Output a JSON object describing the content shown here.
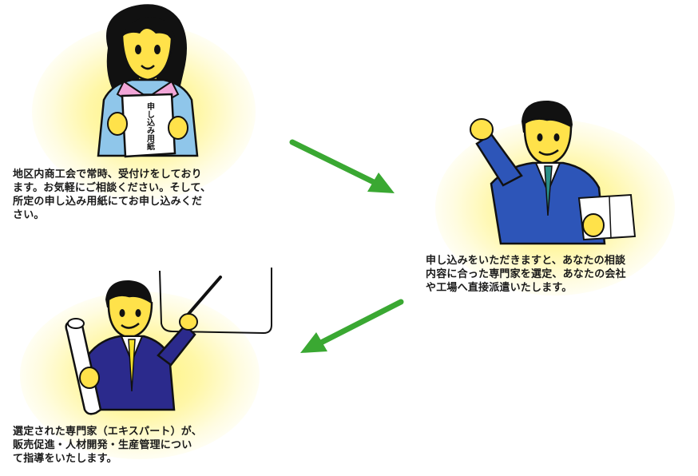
{
  "steps": [
    {
      "caption_lines": [
        "地区内商工会で常時、受付けをしており",
        "ます。お気軽にご相談ください。そして、",
        "所定の申し込み用紙にてお申し込みくだ",
        "さい。"
      ],
      "document_text": "申し込み用紙"
    },
    {
      "caption_lines": [
        "申し込みをいただきますと、あなたの相談",
        "内容に合った専門家を選定、あなたの会社",
        "や工場へ直接派遣いたします。"
      ]
    },
    {
      "caption_lines": [
        "選定された専門家（エキスパート）が、",
        "販売促進・人材開発・生産管理につい",
        "て指導をいたします。"
      ]
    }
  ],
  "colors": {
    "arrow": "#3aa832",
    "glow": "#fff27a",
    "suit_blue": "#2d55b8",
    "suit_navy": "#2b2a8c",
    "skin": "#ffe24a",
    "woman_shirt": "#8fc6ea",
    "woman_collar": "#f2a6d8"
  }
}
